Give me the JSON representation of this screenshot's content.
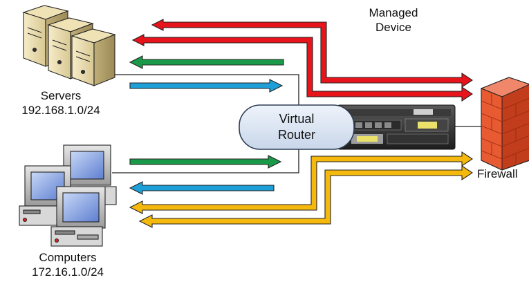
{
  "diagram": {
    "managed_device": {
      "line1": "Managed",
      "line2": "Device"
    },
    "servers": {
      "name": "Servers",
      "subnet": "192.168.1.0/24"
    },
    "computers": {
      "name": "Computers",
      "subnet": "172.16.1.0/24"
    },
    "router": {
      "line1": "Virtual",
      "line2": "Router"
    },
    "firewall": {
      "name": "Firewall"
    },
    "colors": {
      "red_flow": "#e8141b",
      "green_flow": "#1a9a48",
      "blue_flow": "#1e9fd8",
      "orange_flow": "#f5b80c",
      "router_fill": "#dde8f3",
      "firewall_brick": "#e85a32"
    },
    "icons": [
      "server-stack-icon",
      "desktop-computers-icon",
      "firewall-brick-icon",
      "network-appliance-icon"
    ]
  }
}
